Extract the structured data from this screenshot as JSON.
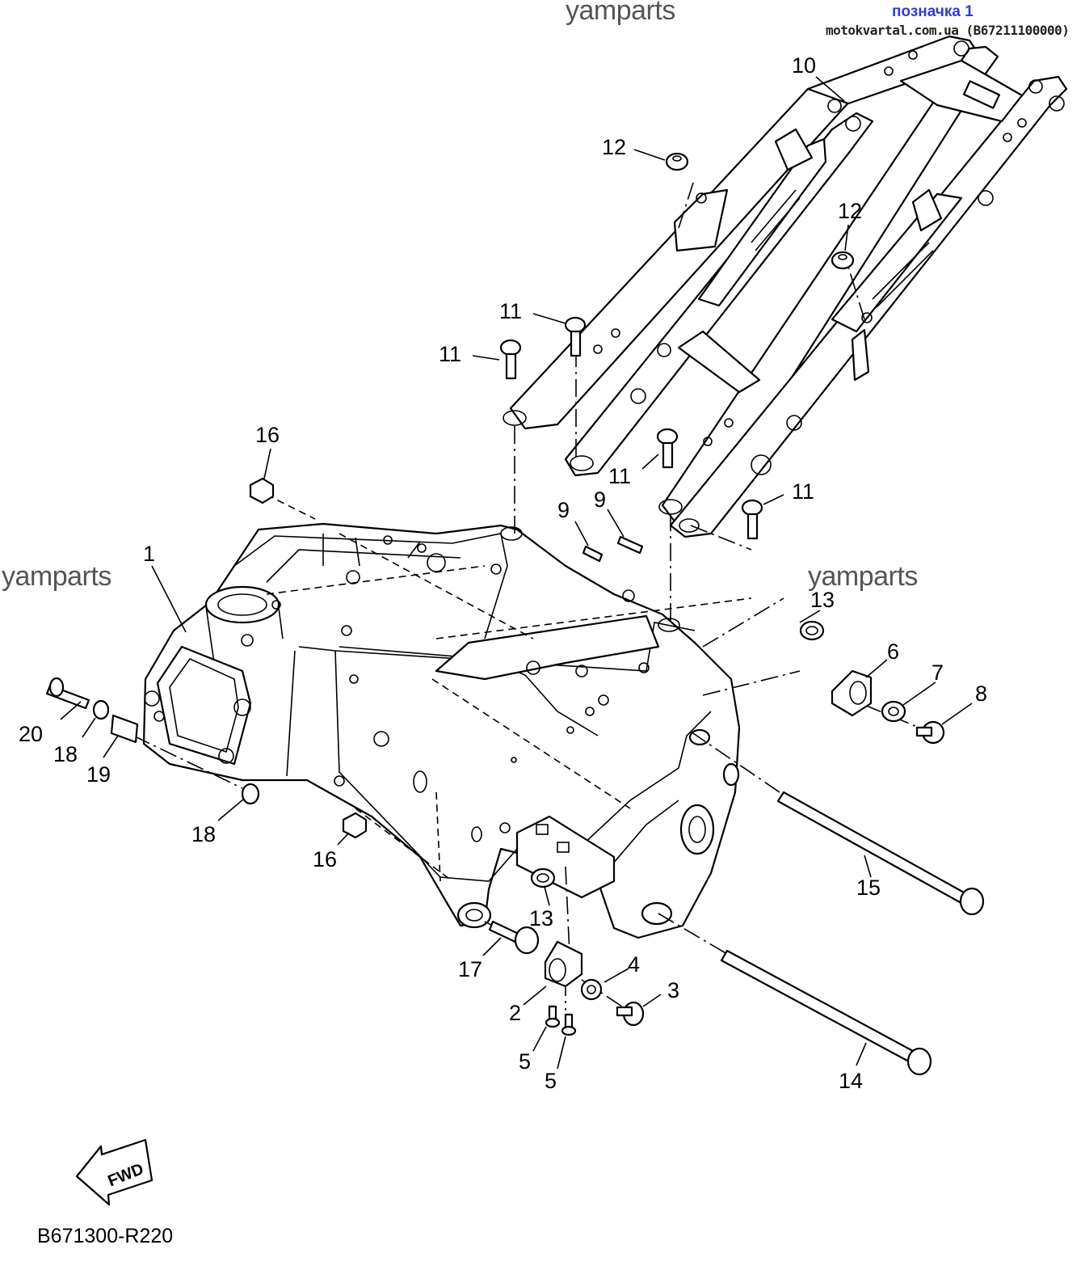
{
  "header": {
    "label": "позначка 1",
    "site": "motokvartal.com.ua (B67211100000)"
  },
  "watermarks": [
    "yamparts",
    "yamparts",
    "yamparts",
    "yamparts"
  ],
  "diagram_code": "B671300-R220",
  "fwd_label": "FWD",
  "callouts": [
    "1",
    "2",
    "3",
    "4",
    "5",
    "5",
    "6",
    "7",
    "8",
    "9",
    "9",
    "10",
    "11",
    "11",
    "11",
    "11",
    "12",
    "12",
    "13",
    "13",
    "14",
    "15",
    "16",
    "16",
    "17",
    "18",
    "18",
    "19",
    "20"
  ],
  "colors": {
    "header_label": "#2f3bd6",
    "line": "#000000",
    "watermark": "#555555"
  }
}
